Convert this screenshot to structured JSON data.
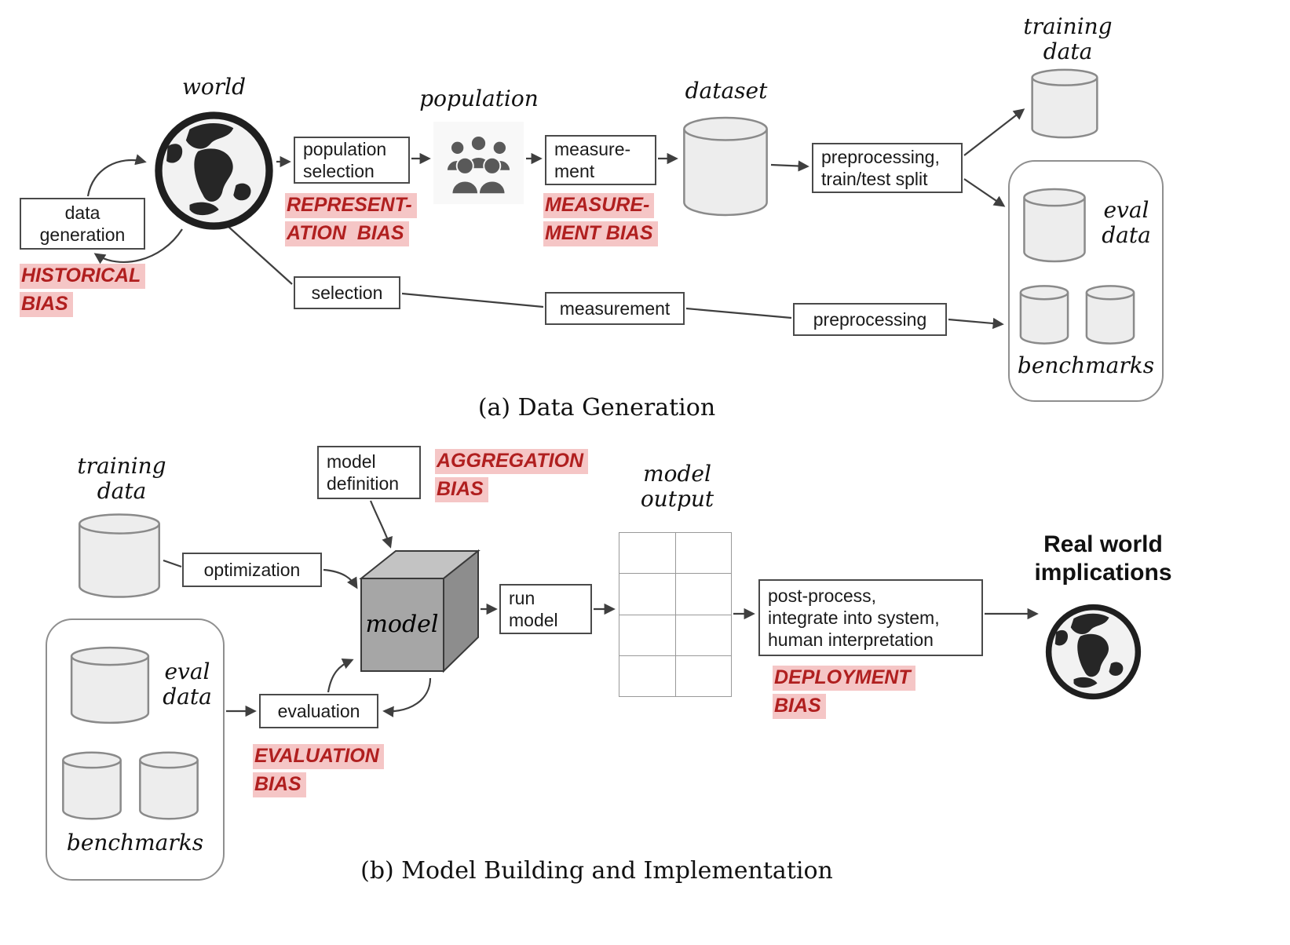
{
  "panel_a": {
    "caption": "(a) Data Generation",
    "world_label": "world",
    "population_label": "population",
    "dataset_label": "dataset",
    "training_data_label": "training\ndata",
    "eval_data_label": "eval\ndata",
    "benchmarks_label": "benchmarks",
    "boxes": {
      "data_generation": "data\ngeneration",
      "population_selection": "population\nselection",
      "measurement_top": "measure-\nment",
      "preprocessing_split": "preprocessing,\ntrain/test split",
      "selection": "selection",
      "measurement_bottom": "measurement",
      "preprocessing_bottom": "preprocessing"
    },
    "biases": {
      "historical": [
        "HISTORICAL",
        "BIAS"
      ],
      "representation": [
        "REPRESENT-",
        "ATION  BIAS"
      ],
      "measurement": [
        "MEASURE-",
        "MENT BIAS"
      ]
    }
  },
  "panel_b": {
    "caption": "(b) Model Building and Implementation",
    "training_data_label": "training\ndata",
    "eval_data_label": "eval\ndata",
    "benchmarks_label": "benchmarks",
    "model_label": "model",
    "model_output_label": "model\noutput",
    "real_world_label": "Real world\nimplications",
    "boxes": {
      "optimization": "optimization",
      "model_definition": "model\ndefinition",
      "run_model": "run\nmodel",
      "evaluation": "evaluation",
      "post_process": "post-process,\nintegrate into system,\nhuman interpretation"
    },
    "biases": {
      "aggregation": [
        "AGGREGATION",
        "BIAS"
      ],
      "evaluation": [
        "EVALUATION",
        "BIAS"
      ],
      "deployment": [
        "DEPLOYMENT",
        "BIAS"
      ]
    }
  },
  "colors": {
    "bias_text": "#b01f1f",
    "bias_highlight": "#f5c6c6",
    "box_border": "#4a4a4a",
    "cylinder_fill": "#ededed",
    "cylinder_stroke": "#8a8a8a",
    "arrow": "#3f3f3f"
  }
}
